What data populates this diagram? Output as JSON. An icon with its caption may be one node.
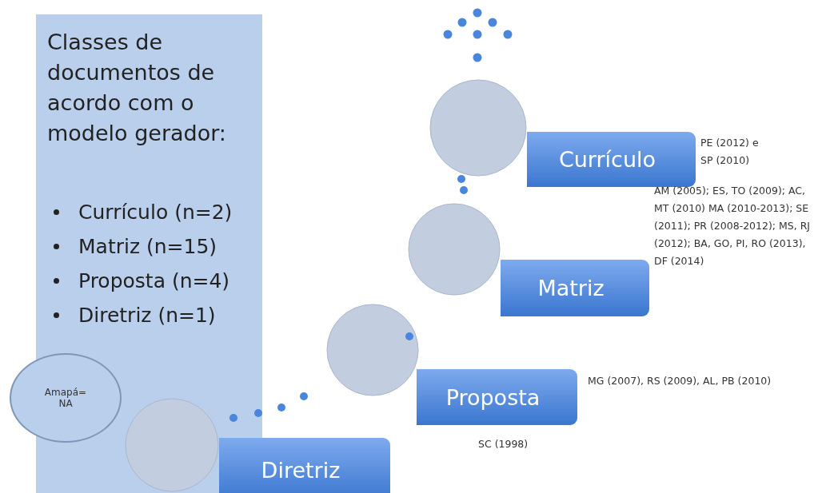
{
  "diagram": {
    "nodes": [
      {
        "text": [
          "Classes de documentos de acordo com o modelo gerador:",
          "Currículo (n=2)",
          "Matriz (n=15)",
          "Proposta (n=4)",
          "Diretriz (n=1)"
        ]
      },
      {
        "text": [
          "Amapá= NA"
        ]
      },
      {
        "text": [
          "Currículo"
        ],
        "beside": [
          "PE (2012) e SP (2010)"
        ]
      },
      {
        "text": [
          "Matriz"
        ],
        "beside": [
          "AM (2005); ES, TO (2009); AC, MT (2010) MA (2010-2013); SE (2011); PR (2008-2012); MS, RJ (2012); BA, GO, PI, RO (2013), DF (2014)"
        ]
      },
      {
        "text": [
          "Proposta"
        ],
        "beside": [
          "MG (2007), RS (2009), AL, PB (2010)"
        ]
      },
      {
        "text": [
          "Diretriz"
        ]
      }
    ],
    "labels": [
      "SC (1998)"
    ]
  }
}
